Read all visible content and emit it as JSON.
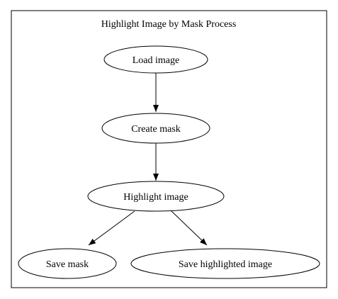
{
  "diagram": {
    "title": "Highlight Image by Mask Process",
    "nodes": {
      "load_image": "Load image",
      "create_mask": "Create mask",
      "highlight_image": "Highlight image",
      "save_mask": "Save mask",
      "save_highlighted_image": "Save highlighted image"
    },
    "edges": [
      {
        "from": "load_image",
        "to": "create_mask"
      },
      {
        "from": "create_mask",
        "to": "highlight_image"
      },
      {
        "from": "highlight_image",
        "to": "save_mask"
      },
      {
        "from": "highlight_image",
        "to": "save_highlighted_image"
      }
    ]
  }
}
